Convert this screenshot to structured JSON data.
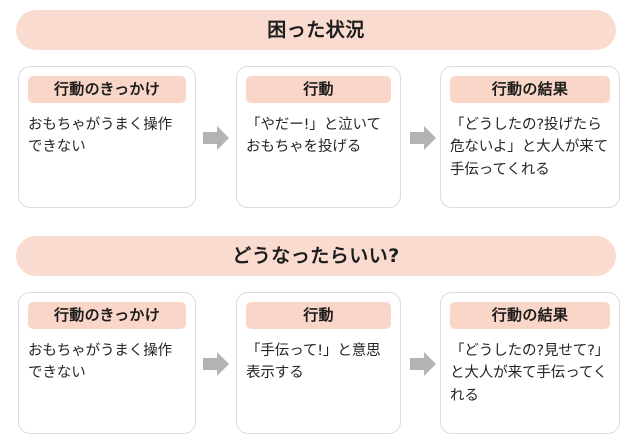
{
  "page": {
    "title": "困った状況／どうなったらいい? 行動分析図",
    "colors": {
      "header_pink": "#fadbd0",
      "chip_pink": "#f9d6c8",
      "arrow_gray": "#b3b3b3",
      "card_border": "#dcdcdc",
      "text": "#1d1d1d",
      "background": "#ffffff"
    }
  },
  "sections": [
    {
      "id": "problem-situation",
      "header": "困った状況",
      "cards": [
        {
          "chip": "行動のきっかけ",
          "body": "おもちゃがうまく操作できない"
        },
        {
          "chip": "行動",
          "body": "「やだー!」と泣いておもちゃを投げる"
        },
        {
          "chip": "行動の結果",
          "body": "「どうしたの?投げたら危ないよ」と大人が来て手伝ってくれる"
        }
      ],
      "arrows": [
        "arrow-right",
        "arrow-right"
      ]
    },
    {
      "id": "desired-outcome",
      "header": "どうなったらいい?",
      "cards": [
        {
          "chip": "行動のきっかけ",
          "body": "おもちゃがうまく操作できない"
        },
        {
          "chip": "行動",
          "body": "「手伝って!」と意思表示する"
        },
        {
          "chip": "行動の結果",
          "body": "「どうしたの?見せて?」と大人が来て手伝ってくれる"
        }
      ],
      "arrows": [
        "arrow-right",
        "arrow-right"
      ]
    }
  ]
}
